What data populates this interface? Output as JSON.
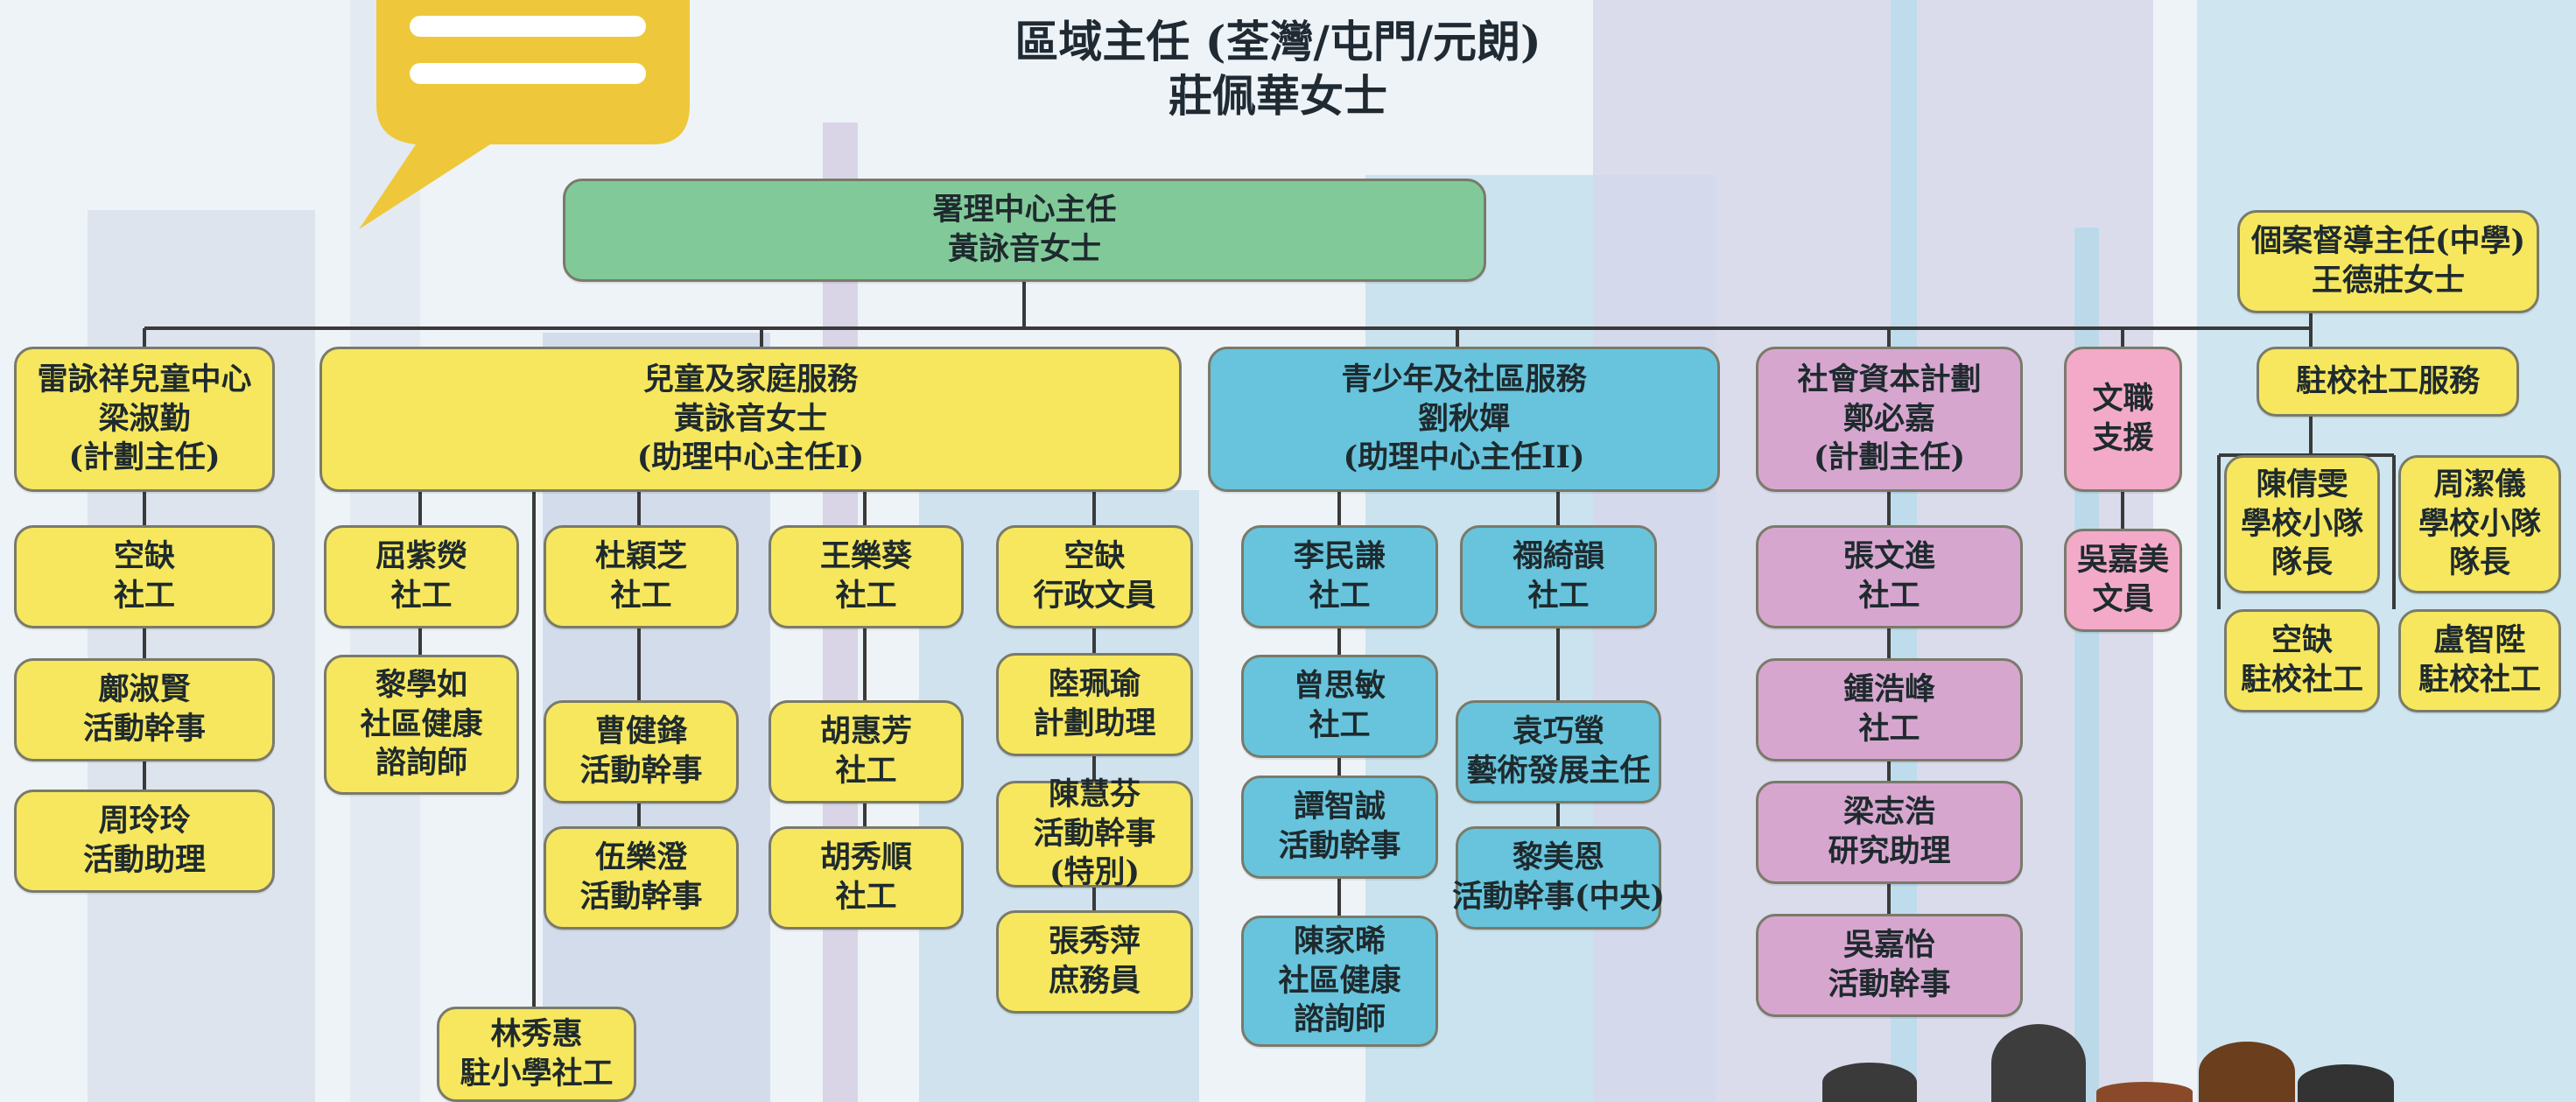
{
  "header": {
    "line1": "區域主任 (荃灣/屯門/元朗)",
    "line2": "莊佩華女士"
  },
  "top": {
    "l1": "署理中心主任",
    "l2": "黃詠音女士"
  },
  "case_sup": {
    "l1": "個案督導主任(中學)",
    "l2": "王德莊女士"
  },
  "leibo": {
    "l1": "雷詠祥兒童中心",
    "l2": "梁淑勤",
    "l3": "(計劃主任)"
  },
  "leibo_s1": {
    "l1": "空缺",
    "l2": "社工"
  },
  "leibo_s2": {
    "l1": "鄺淑賢",
    "l2": "活動幹事"
  },
  "leibo_s3": {
    "l1": "周玲玲",
    "l2": "活動助理"
  },
  "family": {
    "l1": "兒童及家庭服務",
    "l2": "黃詠音女士",
    "l3": "(助理中心主任I)"
  },
  "f1": {
    "l1": "屈紫熒",
    "l2": "社工"
  },
  "f1b": {
    "l1": "黎學如",
    "l2": "社區健康",
    "l3": "諮詢師"
  },
  "f2": {
    "l1": "杜穎芝",
    "l2": "社工"
  },
  "f2b": {
    "l1": "曹健鋒",
    "l2": "活動幹事"
  },
  "f2c": {
    "l1": "伍樂澄",
    "l2": "活動幹事"
  },
  "f3": {
    "l1": "王樂葵",
    "l2": "社工"
  },
  "f3b": {
    "l1": "胡惠芳",
    "l2": "社工"
  },
  "f3c": {
    "l1": "胡秀順",
    "l2": "社工"
  },
  "f4": {
    "l1": "空缺",
    "l2": "行政文員"
  },
  "f4b": {
    "l1": "陸珮瑜",
    "l2": "計劃助理"
  },
  "f4c": {
    "l1": "陳慧芬",
    "l2": "活動幹事",
    "l3": "(特別)"
  },
  "f4d": {
    "l1": "張秀萍",
    "l2": "庶務員"
  },
  "f5": {
    "l1": "林秀惠",
    "l2": "駐小學社工"
  },
  "youth": {
    "l1": "青少年及社區服務",
    "l2": "劉秋嬋",
    "l3": "(助理中心主任II)"
  },
  "y1": {
    "l1": "李民謙",
    "l2": "社工"
  },
  "y1b": {
    "l1": "曾思敏",
    "l2": "社工"
  },
  "y1c": {
    "l1": "譚智誠",
    "l2": "活動幹事"
  },
  "y1d": {
    "l1": "陳家晞",
    "l2": "社區健康",
    "l3": "諮詢師"
  },
  "y2": {
    "l1": "禤綺韻",
    "l2": "社工"
  },
  "y2b": {
    "l1": "袁巧螢",
    "l2": "藝術發展主任"
  },
  "y2c": {
    "l1": "黎美恩",
    "l2": "活動幹事(中央)"
  },
  "social": {
    "l1": "社會資本計劃",
    "l2": "鄭必嘉",
    "l3": "(計劃主任)"
  },
  "s1": {
    "l1": "張文進",
    "l2": "社工"
  },
  "s2": {
    "l1": "鍾浩峰",
    "l2": "社工"
  },
  "s3": {
    "l1": "梁志浩",
    "l2": "研究助理"
  },
  "s4": {
    "l1": "吳嘉怡",
    "l2": "活動幹事"
  },
  "clerical": {
    "l1": "文職",
    "l2": "支援"
  },
  "c1": {
    "l1": "吳嘉美",
    "l2": "文員"
  },
  "school": {
    "l1": "駐校社工服務"
  },
  "sc1": {
    "l1": "陳倩雯",
    "l2": "學校小隊",
    "l3": "隊長"
  },
  "sc1b": {
    "l1": "空缺",
    "l2": "駐校社工"
  },
  "sc2": {
    "l1": "周潔儀",
    "l2": "學校小隊",
    "l3": "隊長"
  },
  "sc2b": {
    "l1": "盧智陞",
    "l2": "駐校社工"
  },
  "colors": {
    "yellow": "#f6e75e",
    "green": "#82c99a",
    "cyan": "#67c4dc",
    "purple": "#d7a6cf",
    "pink": "#f3a9c8"
  }
}
